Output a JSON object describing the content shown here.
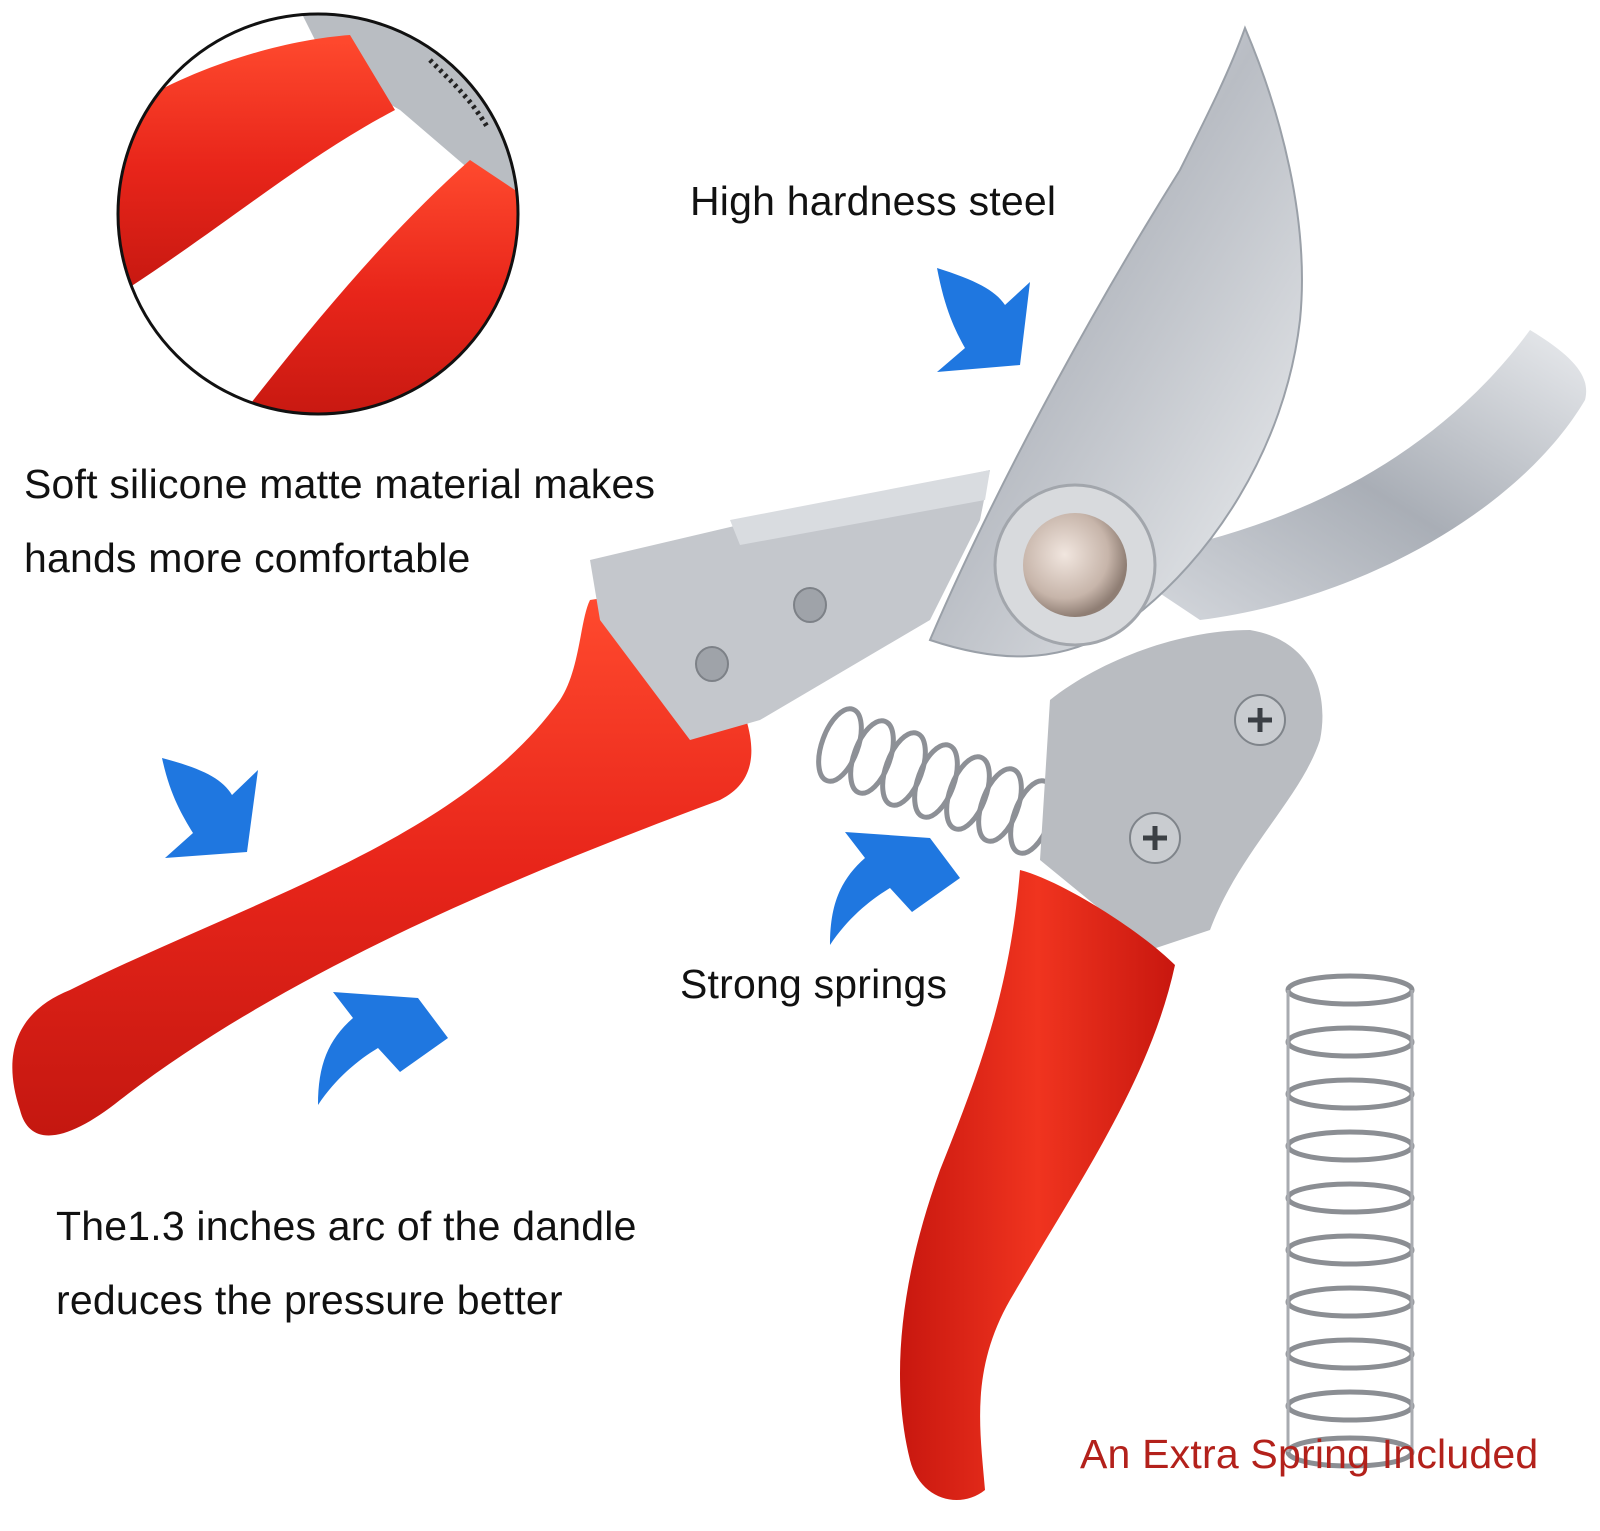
{
  "colors": {
    "text": "#111111",
    "accent_red_text": "#b3211b",
    "handle_red": "#e8251a",
    "arrow_blue": "#1f77e0",
    "steel": "#c9ccd1"
  },
  "icons": [
    "arrow-icon",
    "pruning-shears",
    "spring",
    "zoom-circle"
  ],
  "labels": {
    "steel": "High hardness steel",
    "soft_line1": "Soft silicone matte material makes",
    "soft_line2": "hands more comfortable",
    "springs": "Strong springs",
    "arc_line1": "The1.3 inches arc of the dandle",
    "arc_line2": "reduces the pressure better",
    "extra": "An Extra Spring Included"
  }
}
